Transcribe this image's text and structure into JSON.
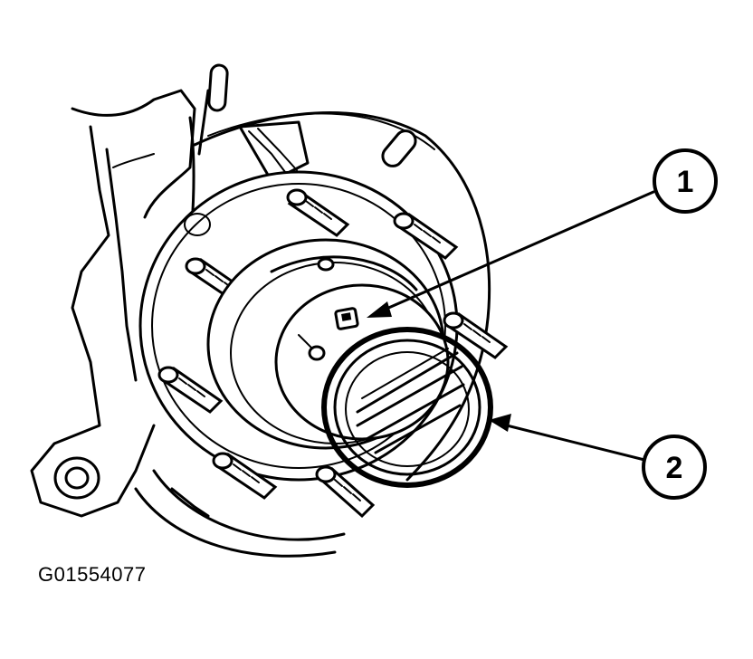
{
  "figure": {
    "id_label": "G01554077",
    "callouts": [
      {
        "number": "1"
      },
      {
        "number": "2"
      }
    ]
  }
}
